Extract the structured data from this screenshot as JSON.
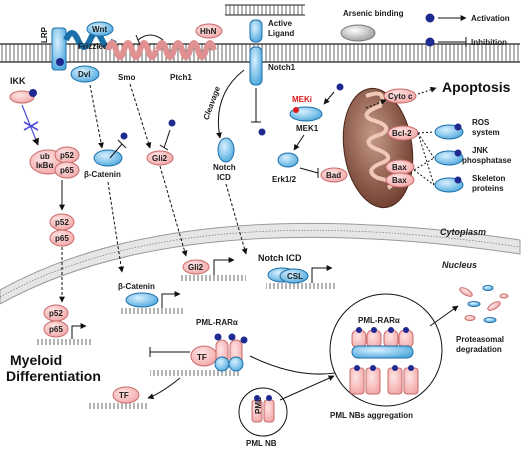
{
  "legend": {
    "activation": "Activation",
    "inhibition": "Inhibition",
    "arsenic_binding": "Arsenic binding"
  },
  "membrane": {
    "lrp": "LRP",
    "wnt": "Wnt",
    "frizzled": "Frizzled",
    "dvl": "Dvl",
    "smo": "Smo",
    "ptch1": "Ptch1",
    "hhn": "HhN",
    "active_ligand_line1": "Active",
    "active_ligand_line2": "Ligand",
    "notch1": "Notch1",
    "cleavage": "Cleavage"
  },
  "cytoplasm": {
    "ikk": "IKK",
    "ub": "ub",
    "ikba": "IκBα",
    "p52": "p52",
    "p65": "p65",
    "beta_catenin": "β-Catenin",
    "gli2": "Gli2",
    "notch_icd_line1": "Notch",
    "notch_icd_line2": "ICD",
    "meki": "MEKi",
    "mek1": "MEK1",
    "erk": "Erk1/2",
    "bad": "Bad",
    "cyto_c": "Cyto c",
    "apoptosis": "Apoptosis",
    "bcl2": "Bcl-2",
    "bax1": "Bax",
    "bax2": "Bax",
    "ros_line1": "ROS",
    "ros_line2": "system",
    "jnk_line1": "JNK",
    "jnk_line2": "phosphatase",
    "skel_line1": "Skeleton",
    "skel_line2": "proteins",
    "cytoplasm_label": "Cytoplasm",
    "nucleus_label": "Nucleus"
  },
  "nucleus": {
    "p52": "p52",
    "p65": "p65",
    "beta_catenin": "β-Catenin",
    "gli2": "Gli2",
    "notch_icd": "Notch ICD",
    "csl": "CSL",
    "pml_rara": "PML-RARα",
    "tf": "TF",
    "tf2": "TF",
    "myeloid_line1": "Myeloid",
    "myeloid_line2": "Differentiation",
    "pml": "PML",
    "pml_nb": "PML NB",
    "pml_rara_circle": "PML-RARα",
    "pml_nbs_aggregation": "PML NBs aggregation",
    "proteasomal_line1": "Proteasomal",
    "proteasomal_line2": "degradation"
  }
}
